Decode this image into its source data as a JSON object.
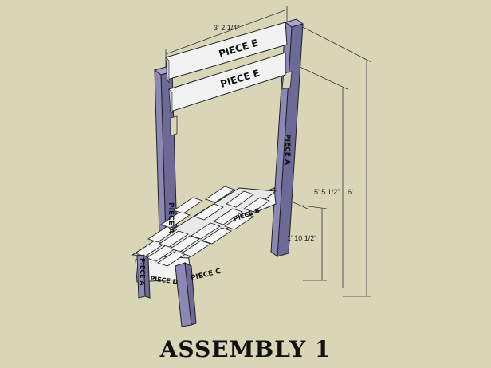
{
  "title": "ASSEMBLY 1",
  "labels": {
    "piece_e_upper": "PIECE E",
    "piece_e_lower": "PIECE E",
    "piece_a_right": "PIECE A",
    "piece_a_left": "PIECE A",
    "piece_a_front": "PIECE A",
    "piece_b": "PIECE B",
    "piece_c": "PIECE C",
    "piece_d": "PIECE D"
  },
  "dimensions": {
    "width": "3' 2 1/4\"",
    "overall_height": "6'",
    "frame_height": "5' 5 1/2\"",
    "bench_height": "1' 10 1/2\""
  },
  "colors": {
    "background": "#d9d6b8",
    "board_white": "#f2f2f2",
    "board_purple": "#8b88b6",
    "board_purple_dark": "#6d6a98",
    "outline": "#222222"
  }
}
